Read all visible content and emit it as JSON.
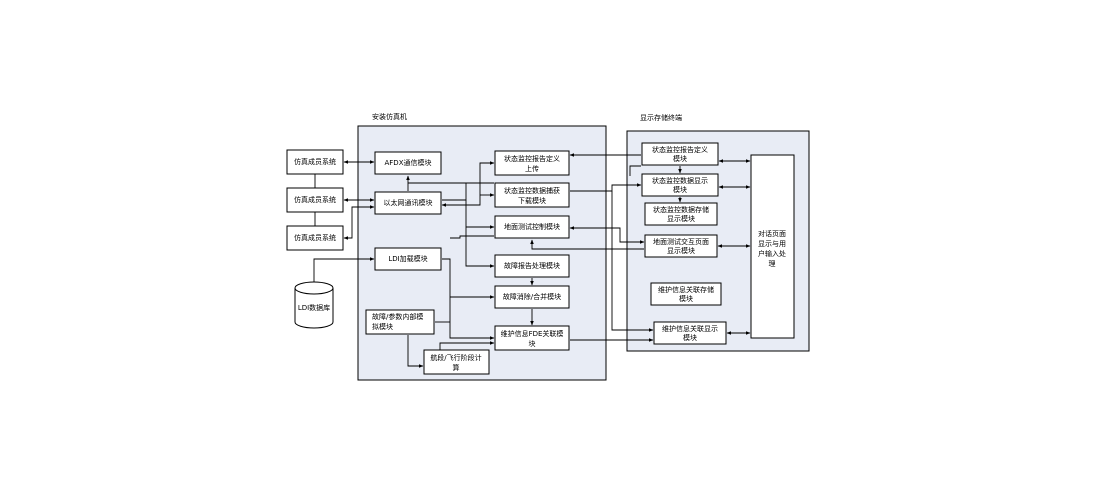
{
  "diagram": {
    "frames": {
      "left_title": "安装仿真机",
      "right_title": "显示存储终端"
    },
    "external": {
      "sim1": "仿真成员系统",
      "sim2": "仿真成员系统",
      "sim3": "仿真成员系统",
      "db": "LDI数据库"
    },
    "left": {
      "afdx": "AFDX通信模块",
      "eth": "以太网通讯模块",
      "ldi": "LDI加载模块",
      "fault_param": [
        "故障/参数内部模",
        "拟模块"
      ],
      "flight": [
        "航段/飞行阶段计",
        "算"
      ],
      "status_report": [
        "状态监控报告定义",
        "上传"
      ],
      "status_data": [
        "状态监控数据捕获",
        "下载模块"
      ],
      "ground_test": "地面测试控制模块",
      "fault_report": "故障报告处理模块",
      "fault_clear": "故障消除/合并模块",
      "maint_fde": [
        "维护信息FDE关联模",
        "块"
      ]
    },
    "right": {
      "r_status_def": [
        "状态监控报告定义",
        "模块"
      ],
      "r_status_data": [
        "状态监控数据显示",
        "模块"
      ],
      "r_status_store": [
        "状态监控数据存储",
        "显示模块"
      ],
      "r_ground": [
        "地面测试交互页面",
        "显示模块"
      ],
      "r_maint_store": [
        "维护信息关联存储",
        "模块"
      ],
      "r_maint_disp": [
        "维护信息关联显示",
        "模块"
      ],
      "r_dialog": [
        "对话页面",
        "显示与用",
        "户输入处",
        "理"
      ]
    }
  }
}
